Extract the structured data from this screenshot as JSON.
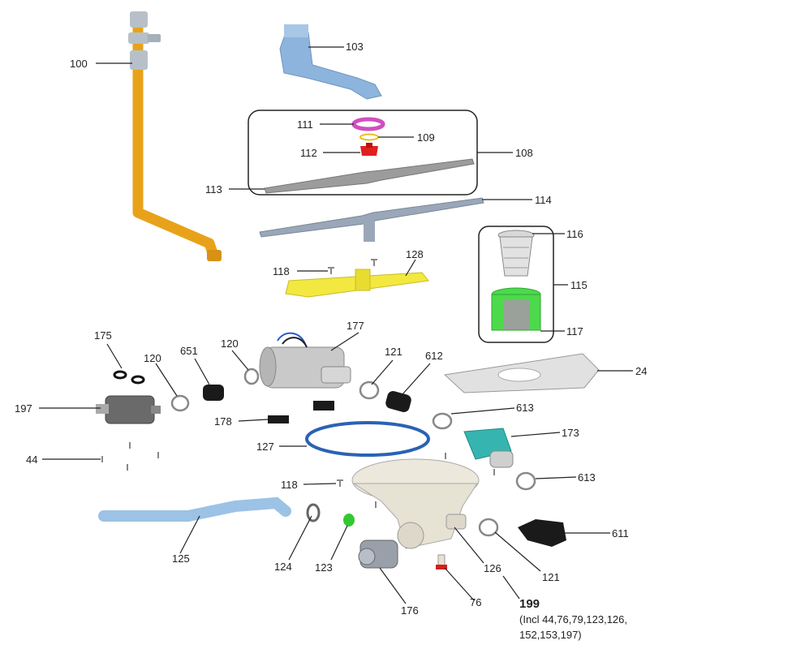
{
  "labels": {
    "p100": "100",
    "p103": "103",
    "p111": "111",
    "p109": "109",
    "p112": "112",
    "p108": "108",
    "p113": "113",
    "p114": "114",
    "p116": "116",
    "p115": "115",
    "p117": "117",
    "p118a": "118",
    "p128": "128",
    "p175": "175",
    "p120a": "120",
    "p651": "651",
    "p120b": "120",
    "p177": "177",
    "p121a": "121",
    "p612": "612",
    "p24": "24",
    "p197": "197",
    "p178": "178",
    "p613a": "613",
    "p173": "173",
    "p127": "127",
    "p44": "44",
    "p118b": "118",
    "p613b": "613",
    "p611": "611",
    "p125": "125",
    "p124": "124",
    "p123": "123",
    "p126": "126",
    "p121b": "121",
    "p176": "176",
    "p76": "76"
  },
  "note": {
    "number": "199",
    "description": "(Incl 44,76,79,123,126, 152,153,197)"
  },
  "colors": {
    "standpipe": "#e8a21a",
    "upper_arm": "#8db4dc",
    "lower_arm": "#9aa7b8",
    "gray_part": "#9c9c9c",
    "magenta_ring": "#d04fc0",
    "red_nut": "#e02020",
    "yellow_plate": "#f2e840",
    "green_filter": "#4cd94c",
    "blue_gasket": "#2a62b4",
    "teal_heater": "#36b5b0",
    "black_part": "#1a1a1a",
    "sump_body": "#ece8dc",
    "hose": "#9cc2e6"
  },
  "icons": [
    "dishwasher-parts-exploded-view"
  ]
}
